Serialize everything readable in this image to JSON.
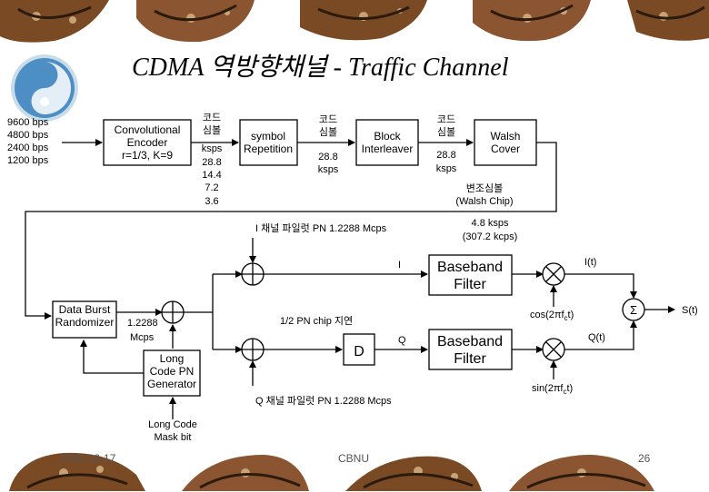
{
  "title": "CDMA 역방향채널 - Traffic Channel",
  "input_rates": [
    "9600 bps",
    "4800 bps",
    "2400 bps",
    "1200 bps"
  ],
  "blocks": {
    "conv": [
      "Convolutional",
      "Encoder",
      "r=1/3, K=9"
    ],
    "symrep": [
      "symbol",
      "Repetition"
    ],
    "interleaver": [
      "Block",
      "Interleaver"
    ],
    "walsh": [
      "Walsh",
      "Cover"
    ],
    "randomizer": [
      "Data Burst",
      "Randomizer"
    ],
    "longcode": [
      "Long",
      "Code PN",
      "Generator"
    ],
    "delay": "D",
    "bb_i": [
      "Baseband",
      "Filter"
    ],
    "bb_q": [
      "Baseband",
      "Filter"
    ],
    "sum": "Σ"
  },
  "labels": {
    "code_symbol_1": [
      "코드",
      "심볼"
    ],
    "rates_1": [
      "ksps",
      "28.8",
      "14.4",
      "7.2",
      "3.6"
    ],
    "code_symbol_2": [
      "코드",
      "심볼"
    ],
    "rate_2": [
      "28.8",
      "ksps"
    ],
    "code_symbol_3": [
      "코드",
      "심볼"
    ],
    "rate_3": [
      "28.8",
      "ksps"
    ],
    "walsh_chip": [
      "변조심볼",
      "(Walsh Chip)"
    ],
    "walsh_rate": [
      "4.8 ksps",
      "(307.2 kcps)"
    ],
    "i_pilot": "I 채널 파일럿 PN 1.2288 Mcps",
    "q_pilot": "Q 채널 파일럿 PN 1.2288 Mcps",
    "i_branch": "I",
    "q_branch": "Q",
    "half_chip": "1/2 PN chip 지연",
    "mcps": [
      "1.2288",
      "Mcps"
    ],
    "long_mask": [
      "Long Code",
      "Mask bit"
    ],
    "i_t": "I(t)",
    "q_t": "Q(t)",
    "cos": "cos(2πf",
    "cos_sub": "c",
    "cos_end": "t)",
    "sin": "sin(2πf",
    "sin_sub": "c",
    "sin_end": "t)",
    "s_t": "S(t)"
  },
  "footer": {
    "date": "2000-10-17",
    "org": "CBNU",
    "page": "26"
  },
  "colors": {
    "deco_wood": "#7a4a25",
    "deco_light": "#d9b98a",
    "deco_dark": "#2b1a0e",
    "logo_blue": "#4d8fc4"
  }
}
